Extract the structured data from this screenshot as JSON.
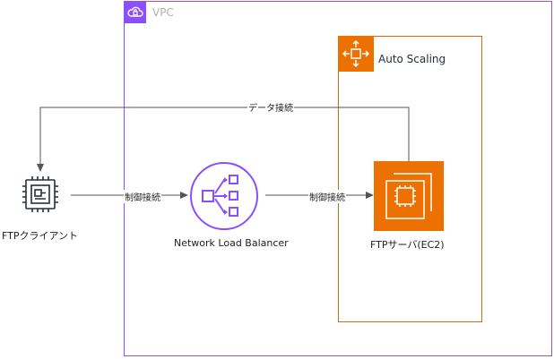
{
  "vpc": {
    "label": "VPC"
  },
  "auto_scaling": {
    "label": "Auto Scaling"
  },
  "nodes": {
    "ftp_client": {
      "label": "FTPクライアント"
    },
    "nlb": {
      "label": "Network Load Balancer"
    },
    "ftp_server": {
      "label": "FTPサーバ(EC2)"
    }
  },
  "edges": {
    "data_connection": {
      "label": "データ接続"
    },
    "control_client_nlb": {
      "label": "制御接続"
    },
    "control_nlb_server": {
      "label": "制御接続"
    }
  },
  "colors": {
    "vpc": "#8c4fff",
    "auto_scaling": "#d86613",
    "ec2": "#ed7100",
    "client_icon": "#232f3e",
    "edge": "#545454"
  }
}
